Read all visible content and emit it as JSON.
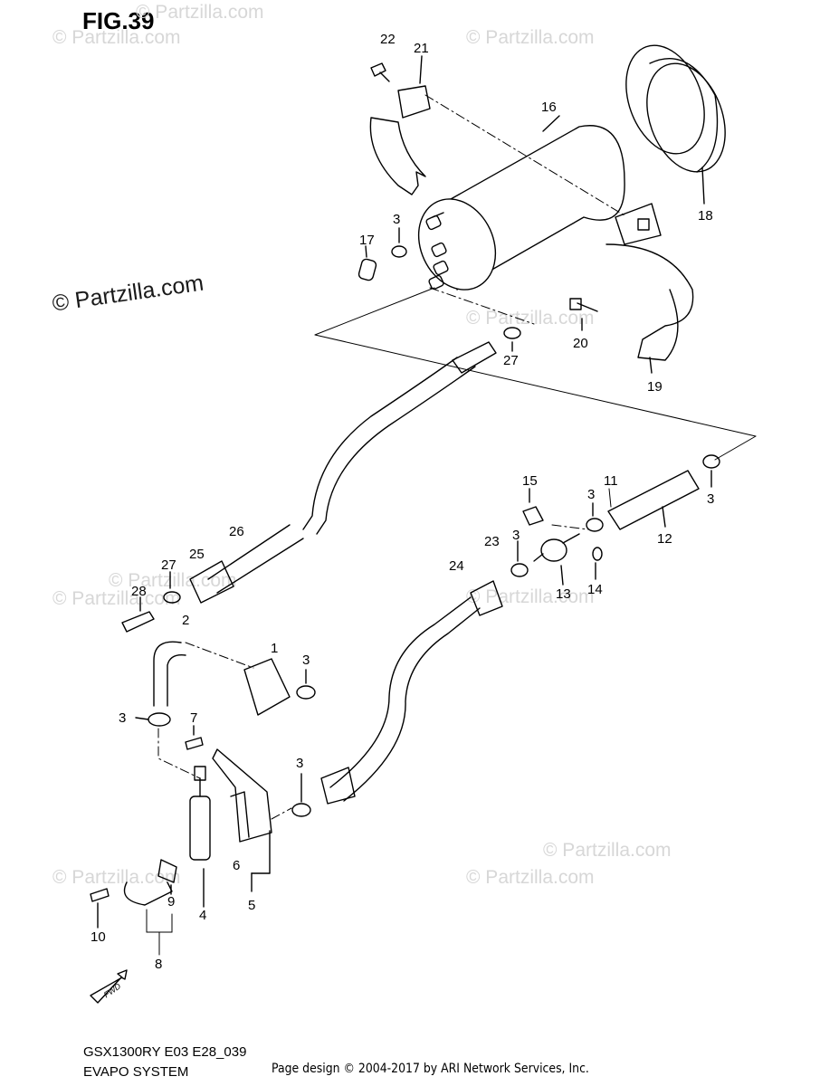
{
  "figure": {
    "title": "FIG.39",
    "model_line": "GSX1300RY E03 E28_039",
    "section_name": "EVAPO SYSTEM",
    "copyright_main": "© Partzilla.com",
    "page_design": "Page design © 2004-2017 by ARI Network Services, Inc.",
    "fwd_label": "FWD"
  },
  "watermarks": [
    "© Partzilla.com",
    "© Partzilla.com",
    "© Partzilla.com",
    "© Partzilla.com",
    "© Partzilla.com",
    "© Partzilla.com",
    "© Partzilla.com",
    "© Partzilla.com",
    "© Partzilla.com",
    "© Partzilla.com"
  ],
  "callouts": [
    {
      "id": "c22",
      "text": "22"
    },
    {
      "id": "c21",
      "text": "21"
    },
    {
      "id": "c16",
      "text": "16"
    },
    {
      "id": "c18",
      "text": "18"
    },
    {
      "id": "c3a",
      "text": "3"
    },
    {
      "id": "c17",
      "text": "17"
    },
    {
      "id": "c27a",
      "text": "27"
    },
    {
      "id": "c20",
      "text": "20"
    },
    {
      "id": "c19",
      "text": "19"
    },
    {
      "id": "c15",
      "text": "15"
    },
    {
      "id": "c3b",
      "text": "3"
    },
    {
      "id": "c11",
      "text": "11"
    },
    {
      "id": "c3c",
      "text": "3"
    },
    {
      "id": "c12",
      "text": "12"
    },
    {
      "id": "c3d",
      "text": "3"
    },
    {
      "id": "c23",
      "text": "23"
    },
    {
      "id": "c24",
      "text": "24"
    },
    {
      "id": "c13",
      "text": "13"
    },
    {
      "id": "c14",
      "text": "14"
    },
    {
      "id": "c26",
      "text": "26"
    },
    {
      "id": "c25",
      "text": "25"
    },
    {
      "id": "c27b",
      "text": "27"
    },
    {
      "id": "c28",
      "text": "28"
    },
    {
      "id": "c2",
      "text": "2"
    },
    {
      "id": "c1",
      "text": "1"
    },
    {
      "id": "c3e",
      "text": "3"
    },
    {
      "id": "c3f",
      "text": "3"
    },
    {
      "id": "c7",
      "text": "7"
    },
    {
      "id": "c3g",
      "text": "3"
    },
    {
      "id": "c6",
      "text": "6"
    },
    {
      "id": "c5",
      "text": "5"
    },
    {
      "id": "c4",
      "text": "4"
    },
    {
      "id": "c9",
      "text": "9"
    },
    {
      "id": "c10",
      "text": "10"
    },
    {
      "id": "c8",
      "text": "8"
    }
  ]
}
